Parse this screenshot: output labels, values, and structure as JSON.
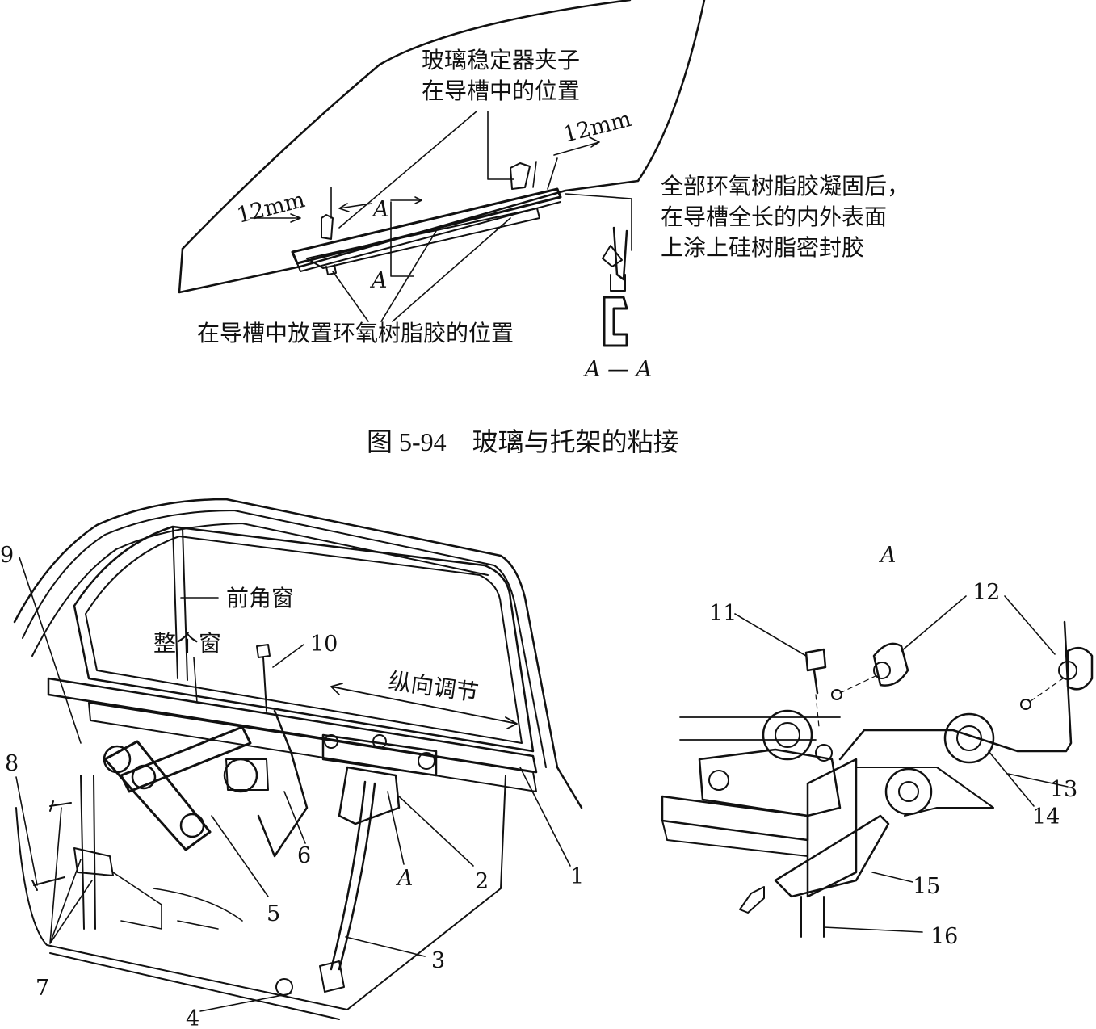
{
  "top_figure": {
    "callouts": {
      "clip_position": [
        "玻璃稳定器夹子",
        "在导槽中的位置"
      ],
      "dim_left": "12mm",
      "dim_right": "12mm",
      "section_mark": "A",
      "epoxy_position": "在导槽中放置环氧树脂胶的位置",
      "sealant_note": [
        "全部环氧树脂胶凝固后，",
        "在导槽全长的内外表面",
        "上涂上硅树脂密封胶"
      ],
      "section_label": "A — A"
    },
    "caption": "图 5-94　玻璃与托架的粘接"
  },
  "bottom_left_figure": {
    "labels": {
      "front_corner_window": "前角窗",
      "whole_window": "整个窗",
      "longitudinal_adjust": "纵向调节",
      "detail_mark": "A"
    },
    "part_numbers": [
      "1",
      "2",
      "3",
      "4",
      "5",
      "6",
      "7",
      "8",
      "9",
      "10"
    ]
  },
  "bottom_right_figure": {
    "title": "A",
    "part_numbers": [
      "11",
      "12",
      "13",
      "14",
      "15",
      "16"
    ]
  }
}
